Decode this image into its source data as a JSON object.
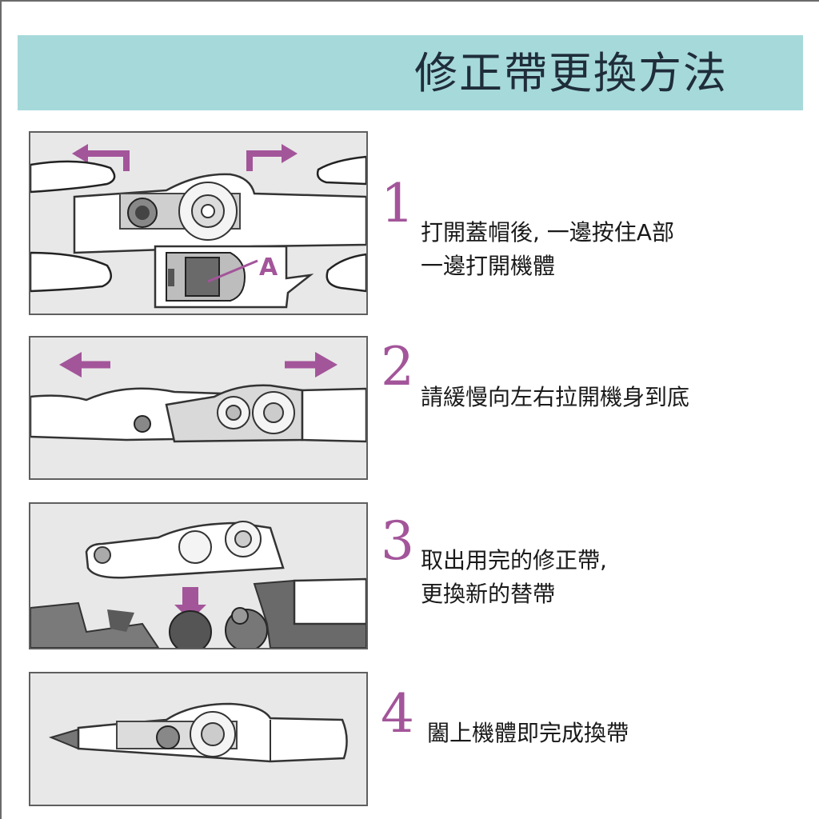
{
  "title": "修正帶更換方法",
  "colors": {
    "header_bg": "#a6d9da",
    "accent": "#a3559a",
    "panel_bg": "#e8e8e8"
  },
  "steps": [
    {
      "number": "1",
      "lines": [
        "打開蓋帽後, 一邊按住A部",
        "一邊打開機體"
      ],
      "callout_label": "A"
    },
    {
      "number": "2",
      "lines": [
        "請緩慢向左右拉開機身到底"
      ]
    },
    {
      "number": "3",
      "lines": [
        "取出用完的修正帶,",
        "更換新的替帶"
      ]
    },
    {
      "number": "4",
      "lines": [
        "闔上機體即完成換帶"
      ]
    }
  ]
}
